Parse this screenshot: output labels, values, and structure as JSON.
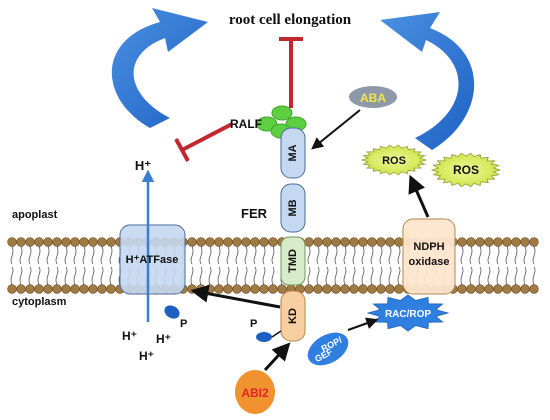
{
  "title": "root cell elongation",
  "side_labels": {
    "apoplast": "apoplast",
    "cytoplasm": "cytoplasm"
  },
  "ralf": "RALF",
  "hplus_top": "H⁺",
  "fer": "FER",
  "fer_domains": {
    "ma": "MA",
    "mb": "MB",
    "tmd": "TMD",
    "kd": "KD"
  },
  "atpase": "H⁺ATFase",
  "ndph": [
    "NDPH",
    "oxidase"
  ],
  "aba": "ABA",
  "ros": [
    "ROS",
    "ROS"
  ],
  "rac_rop": "RAC/ROP",
  "rop_gef": [
    "ROP/",
    "GEF"
  ],
  "abi2": "ABI2",
  "p_atpase": "P",
  "p_kd": "P",
  "hplus_bottom": [
    "H⁺",
    "H⁺",
    "H⁺"
  ],
  "colors": {
    "blue_arrow": "#3a7fd5",
    "red_inhibit": "#c0282e",
    "domain_fill": "#c5d8f1",
    "tmd_fill": "#d6ecc8",
    "kd_fill": "#f8cfa0",
    "lipid_head": "#a07a42",
    "ros_fill": "#ddf06a",
    "rac_fill": "#2f7fe0",
    "abi2_fill": "#f0922e",
    "abi2_text": "#e0242a",
    "aba_fill": "#8e99a8",
    "aba_text": "#f4e44a",
    "ralf_fill": "#5fcf42"
  }
}
